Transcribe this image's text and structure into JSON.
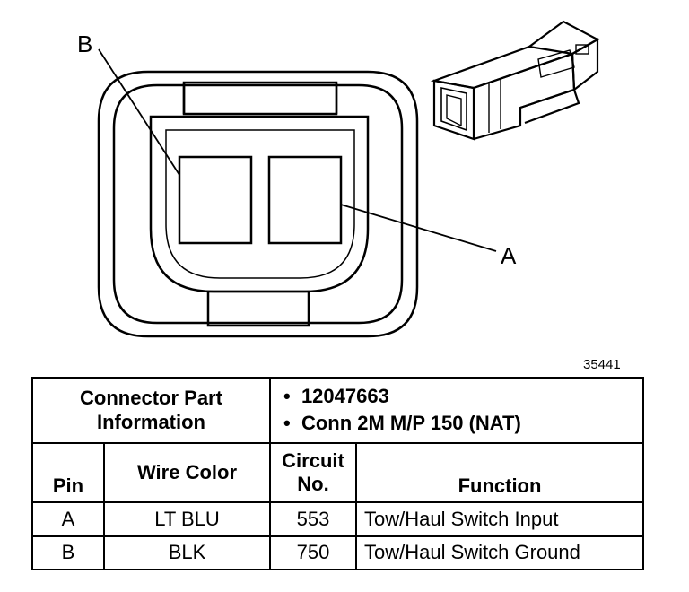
{
  "diagram": {
    "callouts": {
      "b": "B",
      "a": "A"
    },
    "figure_number": "35441"
  },
  "table": {
    "connector_info_label": "Connector Part Information",
    "part_bullets": [
      "12047663",
      "Conn 2M M/P 150 (NAT)"
    ],
    "headers": {
      "pin": "Pin",
      "wire_color": "Wire Color",
      "circuit_no": "Circuit No.",
      "function": "Function"
    },
    "rows": [
      {
        "pin": "A",
        "wire_color": "LT BLU",
        "circuit": "553",
        "function": "Tow/Haul Switch Input"
      },
      {
        "pin": "B",
        "wire_color": "BLK",
        "circuit": "750",
        "function": "Tow/Haul Switch Ground"
      }
    ]
  }
}
